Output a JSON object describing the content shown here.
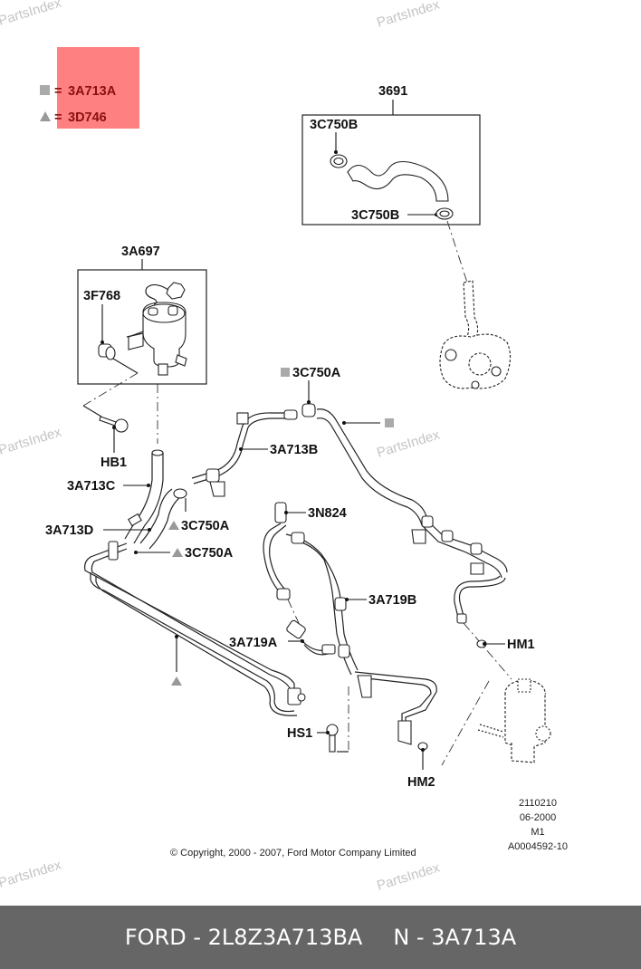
{
  "watermark": "PartsIndex",
  "legend": {
    "highlight_color": "#ff8080",
    "items": [
      {
        "symbol": "square",
        "separator": "=",
        "code": "3A713A"
      },
      {
        "symbol": "triangle",
        "separator": "=",
        "code": "3D746"
      }
    ]
  },
  "callouts": {
    "group_3691": "3691",
    "c3c750b_top": "3C750B",
    "c3c750b_bottom": "3C750B",
    "group_3a697": "3A697",
    "c3f768": "3F768",
    "hb1": "HB1",
    "c3a713c": "3A713C",
    "c3a713d": "3A713D",
    "c3c750a_tri1": "3C750A",
    "c3c750a_tri2": "3C750A",
    "c3c750a_sq": "3C750A",
    "c3a713b": "3A713B",
    "c3n824": "3N824",
    "c3a719b": "3A719B",
    "c3a719a": "3A719A",
    "hm1": "HM1",
    "hs1": "HS1",
    "hm2": "HM2"
  },
  "drawing_info": {
    "line1": "2110210",
    "line2": "06-2000",
    "line3": "M1",
    "line4": "A0004592-10"
  },
  "copyright": "© Copyright, 2000 - 2007, Ford Motor Company Limited",
  "footer": {
    "brand_part": "FORD - 2L8Z3A713BA",
    "ref_part": "N - 3A713A"
  }
}
